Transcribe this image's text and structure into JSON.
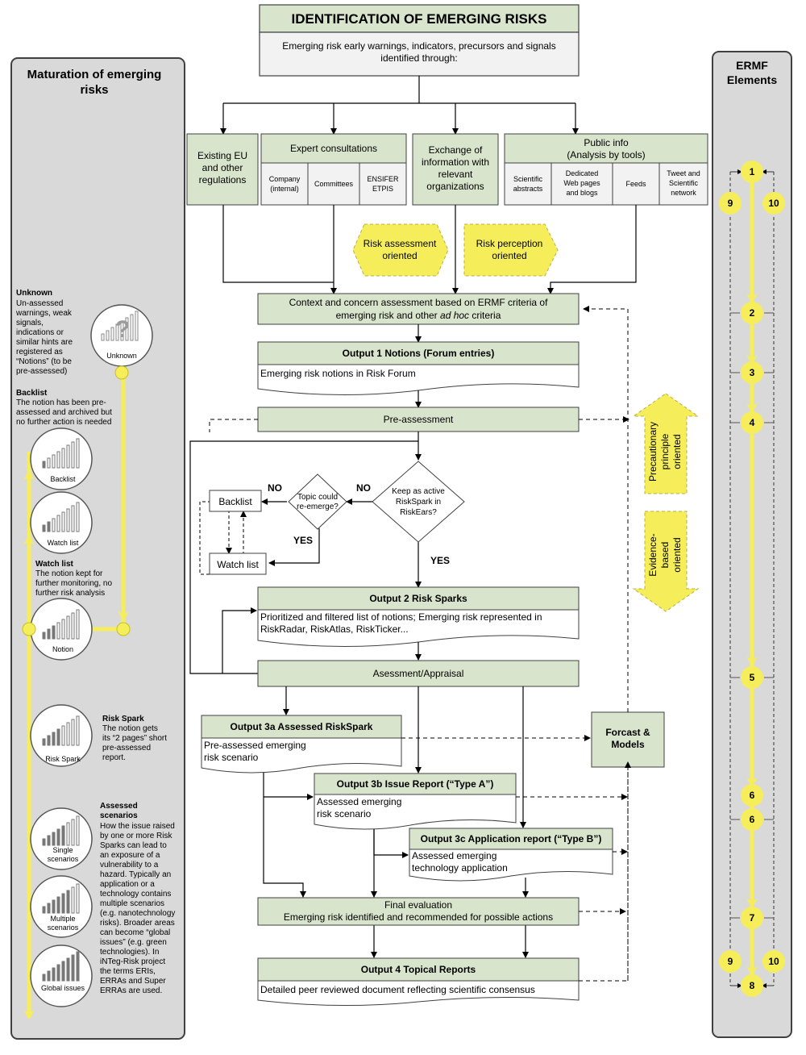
{
  "title": "IDENTIFICATION OF EMERGING RISKS",
  "subtitle": [
    "Emerging risk early warnings, indicators, precursors and signals",
    "identified through:"
  ],
  "left_panel": {
    "title": [
      "Maturation of emerging",
      "risks"
    ],
    "unknown_head": "Unknown",
    "unknown_text": [
      "Un-assessed",
      "warnings, weak",
      "signals,",
      "indications or",
      "similar hints are",
      "registered as",
      "“Notions” (to be",
      "pre-assessed)"
    ],
    "backlist_head": "Backlist",
    "backlist_text": [
      "The notion has been pre-",
      "assessed and archived but",
      "no further action is needed"
    ],
    "watch_head": "Watch list",
    "watch_text": [
      "The notion kept for",
      "further monitoring, no",
      "further risk analysis"
    ],
    "spark_head": "Risk Spark",
    "spark_text": [
      "The notion gets",
      "its “2 pages” short",
      "pre-assessed",
      "report."
    ],
    "assessed_head": [
      "Assessed",
      "scenarios"
    ],
    "assessed_text": [
      "How the issue raised",
      "by one or more Risk",
      "Sparks can lead to",
      "an exposure of a",
      "vulnerability to a",
      "hazard. Typically an",
      "application or a",
      "technology contains",
      "multiple scenarios",
      "(e.g. nanotechnology",
      "risks). Broader areas",
      "can become “global",
      "issues” (e.g. green",
      "technologies). In",
      "iNTeg-Risk project",
      "the terms ERIs,",
      "ERRAs and Super",
      "ERRAs are used."
    ],
    "circles": {
      "unknown": "Unknown",
      "backlist": "Backlist",
      "watch": "Watch list",
      "notion": "Notion",
      "spark": "Risk Spark",
      "single": [
        "Single",
        "scenarios"
      ],
      "multiple": [
        "Multiple",
        "scenarios"
      ],
      "global": "Global issues",
      "unknown_mark": "?"
    }
  },
  "right_panel": {
    "title": [
      "ERMF",
      "Elements"
    ],
    "nodes": [
      "1",
      "2",
      "3",
      "4",
      "5",
      "6",
      "6",
      "7",
      "8"
    ],
    "side_nodes": [
      "9",
      "10",
      "9",
      "10"
    ]
  },
  "sources": {
    "existing": [
      "Existing EU",
      "and other",
      "regulations"
    ],
    "expert": "Expert consultations",
    "company": [
      "Company",
      "(internal)"
    ],
    "committees": "Committees",
    "ensifer": [
      "ENSIFER",
      "ETPIS"
    ],
    "exchange": [
      "Exchange of",
      "information with",
      "relevant",
      "organizations"
    ],
    "public": [
      "Public info",
      "(Analysis by tools)"
    ],
    "scientific": [
      "Scientific",
      "abstracts"
    ],
    "dedicated": [
      "Dedicated",
      "Web pages",
      "and blogs"
    ],
    "feeds": "Feeds",
    "tweet": [
      "Tweet and",
      "Scientific",
      "network"
    ]
  },
  "tags": {
    "risk_assessment": [
      "Risk assessment",
      "oriented"
    ],
    "risk_perception": [
      "Risk perception",
      "oriented"
    ],
    "precautionary": [
      "Precautionary",
      "principle",
      "oriented"
    ],
    "evidence": [
      "Evidence-",
      "based",
      "oriented"
    ]
  },
  "flow": {
    "context": [
      "Context and concern assessment based on ERMF criteria of",
      "emerging risk and other "
    ],
    "context_italic": "ad hoc",
    "context_end": " criteria",
    "output1": "Output 1 Notions (Forum entries)",
    "output1_text": "Emerging risk notions in Risk Forum",
    "preassessment": "Pre-assessment",
    "keep": [
      "Keep as active",
      "RiskSpark in",
      "RiskEars?"
    ],
    "topic": [
      "Topic could",
      "re-emerge?"
    ],
    "no1": "NO",
    "no2": "NO",
    "yes1": "YES",
    "yes2": "YES",
    "backlist": "Backlist",
    "watchlist": "Watch list",
    "output2": "Output 2 Risk Sparks",
    "output2_text": [
      "Prioritized and filtered list of notions; Emerging risk represented in",
      "RiskRadar, RiskAtlas, RiskTicker..."
    ],
    "assessment": "Asessment/Appraisal",
    "output3a": "Output 3a Assessed RiskSpark",
    "output3a_text": [
      "Pre-assessed emerging",
      "risk scenario"
    ],
    "forecast": [
      "Forcast &",
      "Models"
    ],
    "output3b": "Output 3b Issue Report (“Type A”)",
    "output3b_text": [
      "Assessed emerging",
      "risk scenario"
    ],
    "output3c": "Output 3c Application report (“Type B”)",
    "output3c_text": [
      "Assessed emerging",
      "technology application"
    ],
    "final": [
      "Final evaluation",
      "Emerging risk identified and recommended for possible actions"
    ],
    "output4": "Output 4 Topical Reports",
    "output4_text": "Detailed peer reviewed document reflecting scientific consensus"
  }
}
